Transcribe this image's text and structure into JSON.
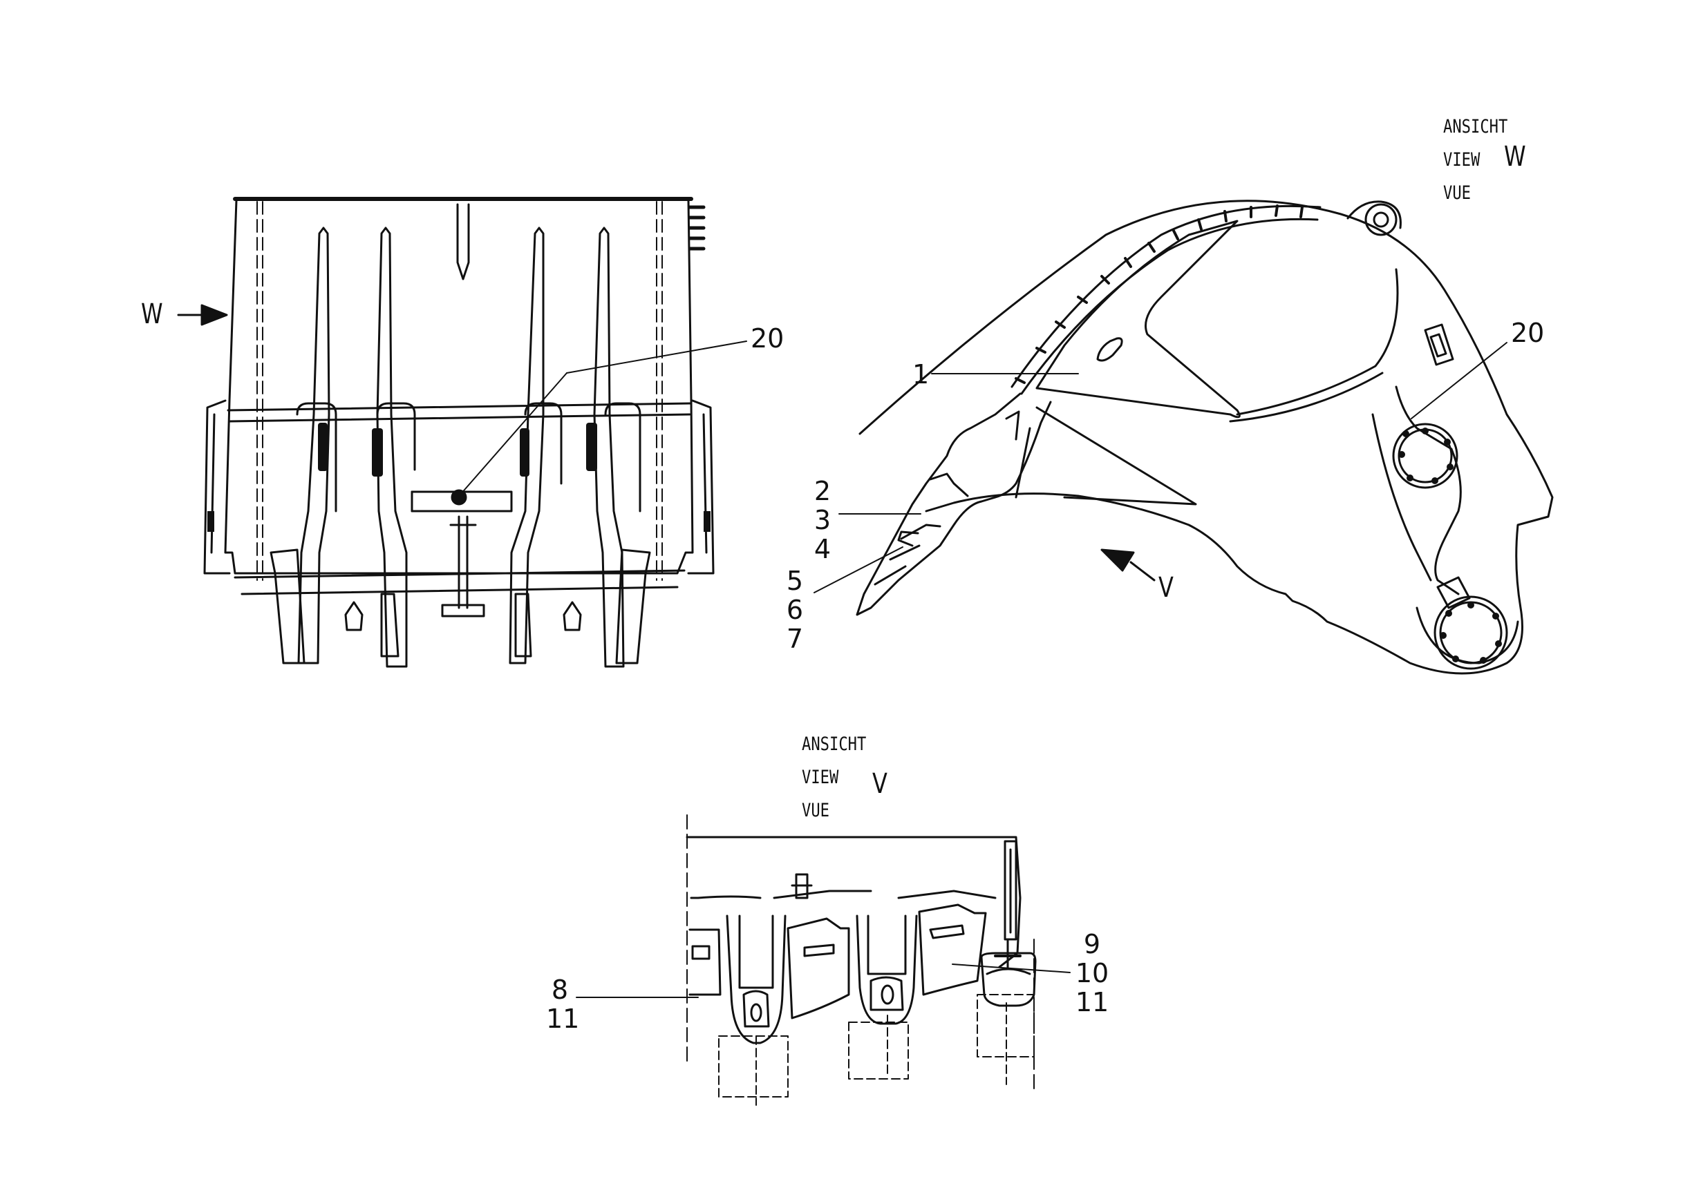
{
  "views": {
    "w": {
      "line1": "ANSICHT",
      "line2": "VIEW",
      "line3": "VUE",
      "letter": "W"
    },
    "v": {
      "line1": "ANSICHT",
      "line2": "VIEW",
      "line3": "VUE",
      "letter": "V"
    }
  },
  "arrows": {
    "w": "W",
    "v": "V"
  },
  "callouts": {
    "front_20": "20",
    "side_1": "1",
    "side_20": "20",
    "side_2": "2",
    "side_3": "3",
    "side_4": "4",
    "side_5": "5",
    "side_6": "6",
    "side_7": "7",
    "bottom_8": "8",
    "bottom_11a": "11",
    "bottom_9": "9",
    "bottom_10": "10",
    "bottom_11b": "11"
  }
}
